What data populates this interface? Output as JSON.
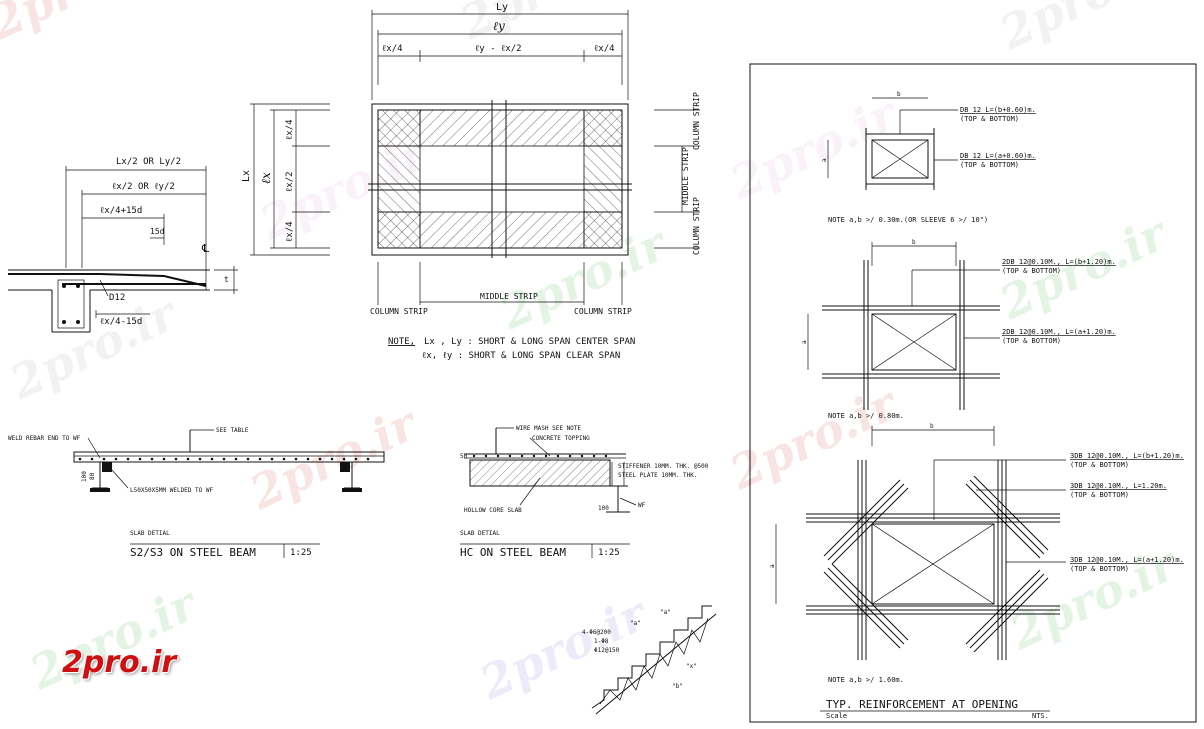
{
  "watermark": {
    "text": "2pro.ir"
  },
  "logo": {
    "text": "2pro.ir"
  },
  "slab_plan": {
    "dims": {
      "ly": "Ly",
      "ly_clear": "ℓy",
      "lx4_left": "ℓx/4",
      "center": "ℓy - ℓx/2",
      "lx4_right": "ℓx/4",
      "lx": "Lx",
      "lx_clear": "ℓx",
      "v_top": "ℓx/4",
      "v_mid": "ℓx/2",
      "v_bot": "ℓx/4"
    },
    "bottom_labels": {
      "left": "COLUMN STRIP",
      "middle": "MIDDLE STRIP",
      "right": "COLUMN STRIP"
    },
    "side_labels": {
      "top": "COLUMN STRIP",
      "middle": "MIDDLE STRIP",
      "bottom": "COLUMN STRIP"
    },
    "note": {
      "label": "NOTE,",
      "line1": "Lx , Ly : SHORT & LONG SPAN CENTER SPAN",
      "line2": "ℓx, ℓy : SHORT & LONG SPAN CLEAR SPAN"
    }
  },
  "bar_detail": {
    "d1": "Lx/2 OR Ly/2",
    "d2": "ℓx/2 OR ℓy/2",
    "d3": "ℓx/4+15d",
    "d4": "15d",
    "d5": "ℓx/4-15d",
    "bar": "D12",
    "cl": "℄",
    "t": "t"
  },
  "s2s3": {
    "see_table": "SEE TABLE",
    "weld": "WELD REBAR END TO WF",
    "angle": "L50X50X5MM WELDED TO WF",
    "dim1": "80",
    "dim2": "100",
    "small_title": "SLAB DETIAL",
    "title": "S2/S3 ON STEEL BEAM",
    "scale": "1:25"
  },
  "hc": {
    "wire": "WIRE MASH SEE NOTE",
    "topping": "CONCRETE TOPPING",
    "stiffener": "STIFFENER 10MM. THK. @500",
    "plate": "STEEL PLATE 10MM. THK.",
    "slab": "HOLLOW CORE SLAB",
    "wf": "WF",
    "dim1": "50",
    "dim2": "100",
    "small_title": "SLAB DETIAL",
    "title": "HC ON STEEL BEAM",
    "scale": "1:25"
  },
  "stair": {
    "l1": "4-Φ6@200",
    "l2": "1-Φ8",
    "l3": "Φ12@150",
    "la": "\"a\"",
    "lb": "\"b\"",
    "lx": "\"x\""
  },
  "opening": {
    "d1": {
      "b": "b",
      "a": "a",
      "bar1": "DB 12  L=(b+0.60)m.",
      "bar1_sub": "(TOP & BOTTOM)",
      "bar2": "DB 12  L=(a+0.60)m.",
      "bar2_sub": "(TOP & BOTTOM)",
      "note": "NOTE  a,b >/ 0.30m.(OR SLEEVE 6 >/ 10\")"
    },
    "d2": {
      "b": "b",
      "a": "a",
      "bar1": "2DB 12@0.10M., L=(b+1.20)m.",
      "bar1_sub": "(TOP & BOTTOM)",
      "bar2": "2DB 12@0.10M., L=(a+1.20)m.",
      "bar2_sub": "(TOP & BOTTOM)",
      "note": "NOTE  a,b >/ 0.80m."
    },
    "d3": {
      "b": "b",
      "a": "a",
      "bar1": "3DB 12@0.10M., L=(b+1.20)m.",
      "bar1_sub": "(TOP & BOTTOM)",
      "bar2": "3DB 12@0.10M., L=1.20m.",
      "bar2_sub": "(TOP & BOTTOM)",
      "bar3": "3DB 12@0.10M., L=(a+1.20)m.",
      "bar3_sub": "(TOP & BOTTOM)",
      "note": "NOTE  a,b >/ 1.60m."
    },
    "title": "TYP. REINFORCEMENT AT OPENING",
    "scale_label": "Scale",
    "scale": "NTS."
  }
}
